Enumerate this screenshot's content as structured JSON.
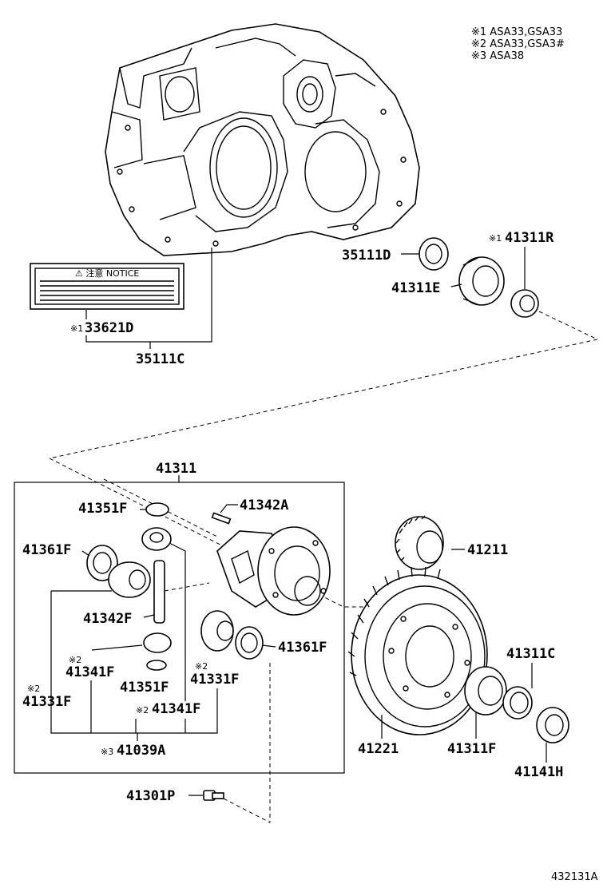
{
  "notes": [
    "※1 ASA33,GSA33",
    "※2 ASA33,GSA3#",
    "※3 ASA38"
  ],
  "notice_plate_text": "⚠ 注意 NOTICE",
  "labels": {
    "p35111D": "35111D",
    "p41311R": "41311R",
    "p41311R_mark": "※1",
    "p41311E": "41311E",
    "p33621D": "33621D",
    "p33621D_mark": "※1",
    "p35111C": "35111C",
    "p41311": "41311",
    "p41351F_top": "41351F",
    "p41342A": "41342A",
    "p41361F_left": "41361F",
    "p41342F": "41342F",
    "p41341F_mark": "※2",
    "p41341F": "41341F",
    "p41351F_bottom": "41351F",
    "p41331F_left_mark": "※2",
    "p41331F_left": "41331F",
    "p41331F_right_mark": "※2",
    "p41331F_right": "41331F",
    "p41361F_right": "41361F",
    "p41341F_bottom_mark": "※2",
    "p41341F_bottom": "41341F",
    "p41039A_mark": "※3",
    "p41039A": "41039A",
    "p41211": "41211",
    "p41311C": "41311C",
    "p41221": "41221",
    "p41311F": "41311F",
    "p41141H": "41141H",
    "p41301P": "41301P"
  },
  "figure_id": "432131A"
}
